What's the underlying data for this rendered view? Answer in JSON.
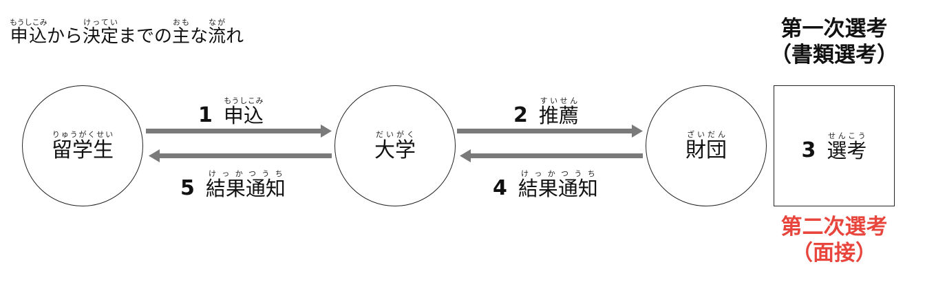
{
  "title": {
    "segments": [
      {
        "text": "申込",
        "ruby": "もうしこみ"
      },
      {
        "text": "から",
        "ruby": ""
      },
      {
        "text": "決定",
        "ruby": "けってい"
      },
      {
        "text": "までの",
        "ruby": ""
      },
      {
        "text": "主",
        "ruby": "おも"
      },
      {
        "text": "な",
        "ruby": ""
      },
      {
        "text": "流",
        "ruby": "なが"
      },
      {
        "text": "れ",
        "ruby": ""
      }
    ]
  },
  "nodes": {
    "student": {
      "label": "留学生",
      "ruby": "りゅうがくせい"
    },
    "university": {
      "label": "大学",
      "ruby": "だいがく"
    },
    "foundation": {
      "label": "財団",
      "ruby": "ざいだん"
    }
  },
  "steps": [
    {
      "num": "1",
      "label": "申込",
      "ruby": "もうしこみ"
    },
    {
      "num": "2",
      "label": "推薦",
      "ruby": "すいせん"
    },
    {
      "num": "3",
      "label": "選考",
      "ruby": "せんこう"
    },
    {
      "num": "4",
      "label": "結果通知",
      "ruby": "けっかつうち"
    },
    {
      "num": "5",
      "label": "結果通知",
      "ruby": "けっかつうち"
    }
  ],
  "stages": {
    "first_line1": "第一次選考",
    "first_line2": "（書類選考）",
    "second_line1": "第二次選考",
    "second_line2": "（面接）"
  },
  "colors": {
    "arrow": "#7a7a7a",
    "second_stage": "#e8453c",
    "text": "#111111"
  }
}
